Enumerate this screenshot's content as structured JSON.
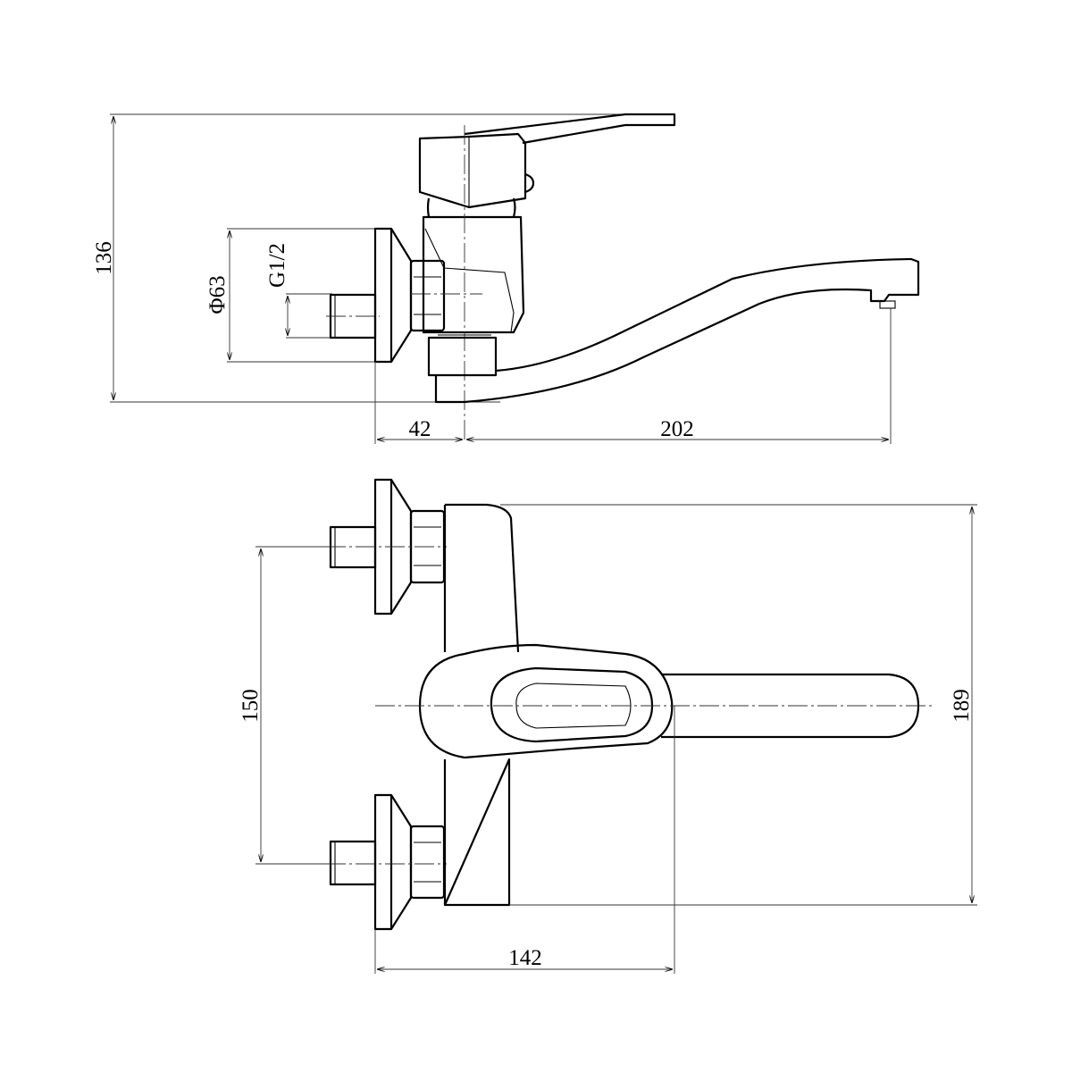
{
  "drawing": {
    "side_view": {
      "height_dim": "136",
      "flange_diameter_dim": "Φ63",
      "thread_dim": "G1/2",
      "wall_to_axis_dim": "42",
      "spout_reach_dim": "202"
    },
    "front_view": {
      "inlet_spacing_dim": "150",
      "body_height_dim": "189",
      "projection_dim": "142"
    },
    "line_color": "#000000",
    "background_color": "#ffffff"
  }
}
